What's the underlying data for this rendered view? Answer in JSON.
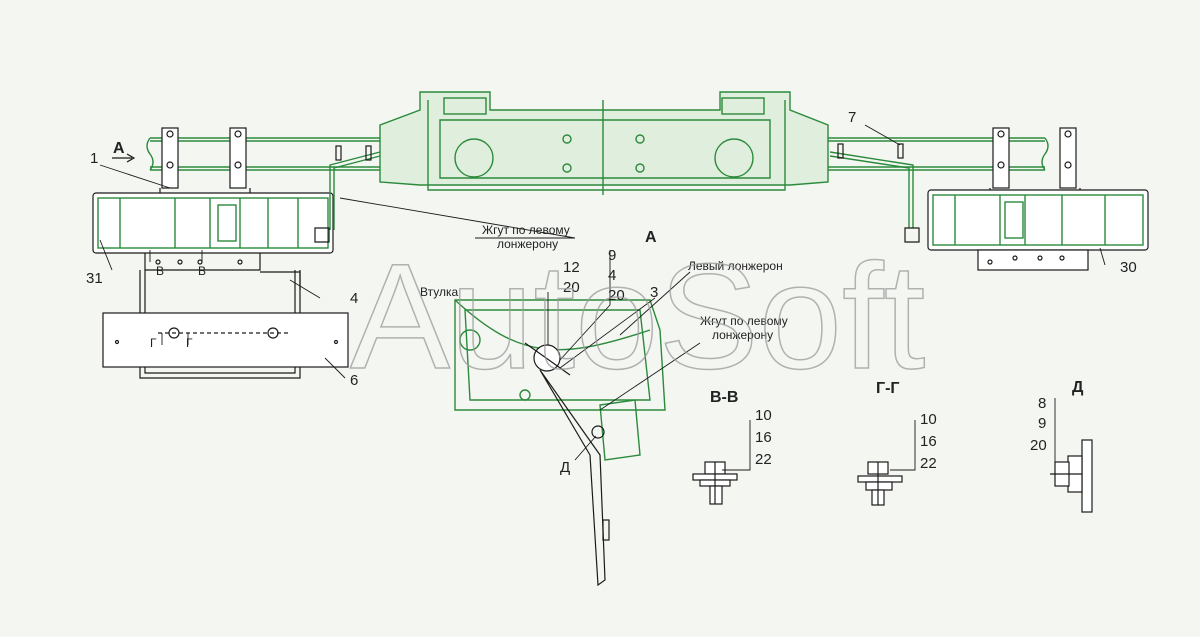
{
  "diagram": {
    "view_labels": {
      "view_a_arrow": "А",
      "view_a_title": "А",
      "section_v": "В-В",
      "section_g": "Г-Г",
      "view_d": "Д",
      "cut_v_left": "В",
      "cut_v_right": "В",
      "cut_g_left": "Г",
      "cut_g_right": "Г",
      "detail_d_marker": "Д"
    },
    "callouts": {
      "c1": "1",
      "c31": "31",
      "c4": "4",
      "c6": "6",
      "c7": "7",
      "c30": "30",
      "c3": "3",
      "view_a_stack_left": [
        "12",
        "20"
      ],
      "view_a_stack_right": [
        "9",
        "4",
        "20"
      ],
      "vv_stack": [
        "10",
        "16",
        "22"
      ],
      "gg_stack": [
        "10",
        "16",
        "22"
      ],
      "d_stack": [
        "8",
        "9",
        "20"
      ]
    },
    "notes": {
      "harness_main_line1": "Жгут по левому",
      "harness_main_line2": "лонжерону",
      "left_member": "Левый лонжерон",
      "bushing": "Втулка",
      "harness_view_a_line1": "Жгут по левому",
      "harness_view_a_line2": "лонжерону"
    },
    "watermark": "AutoSoft",
    "colors": {
      "part_outline": "#2c8a3c",
      "ink": "#1b1b1b",
      "background": "#f4f6f2",
      "watermark": "#9a9a9a"
    }
  }
}
